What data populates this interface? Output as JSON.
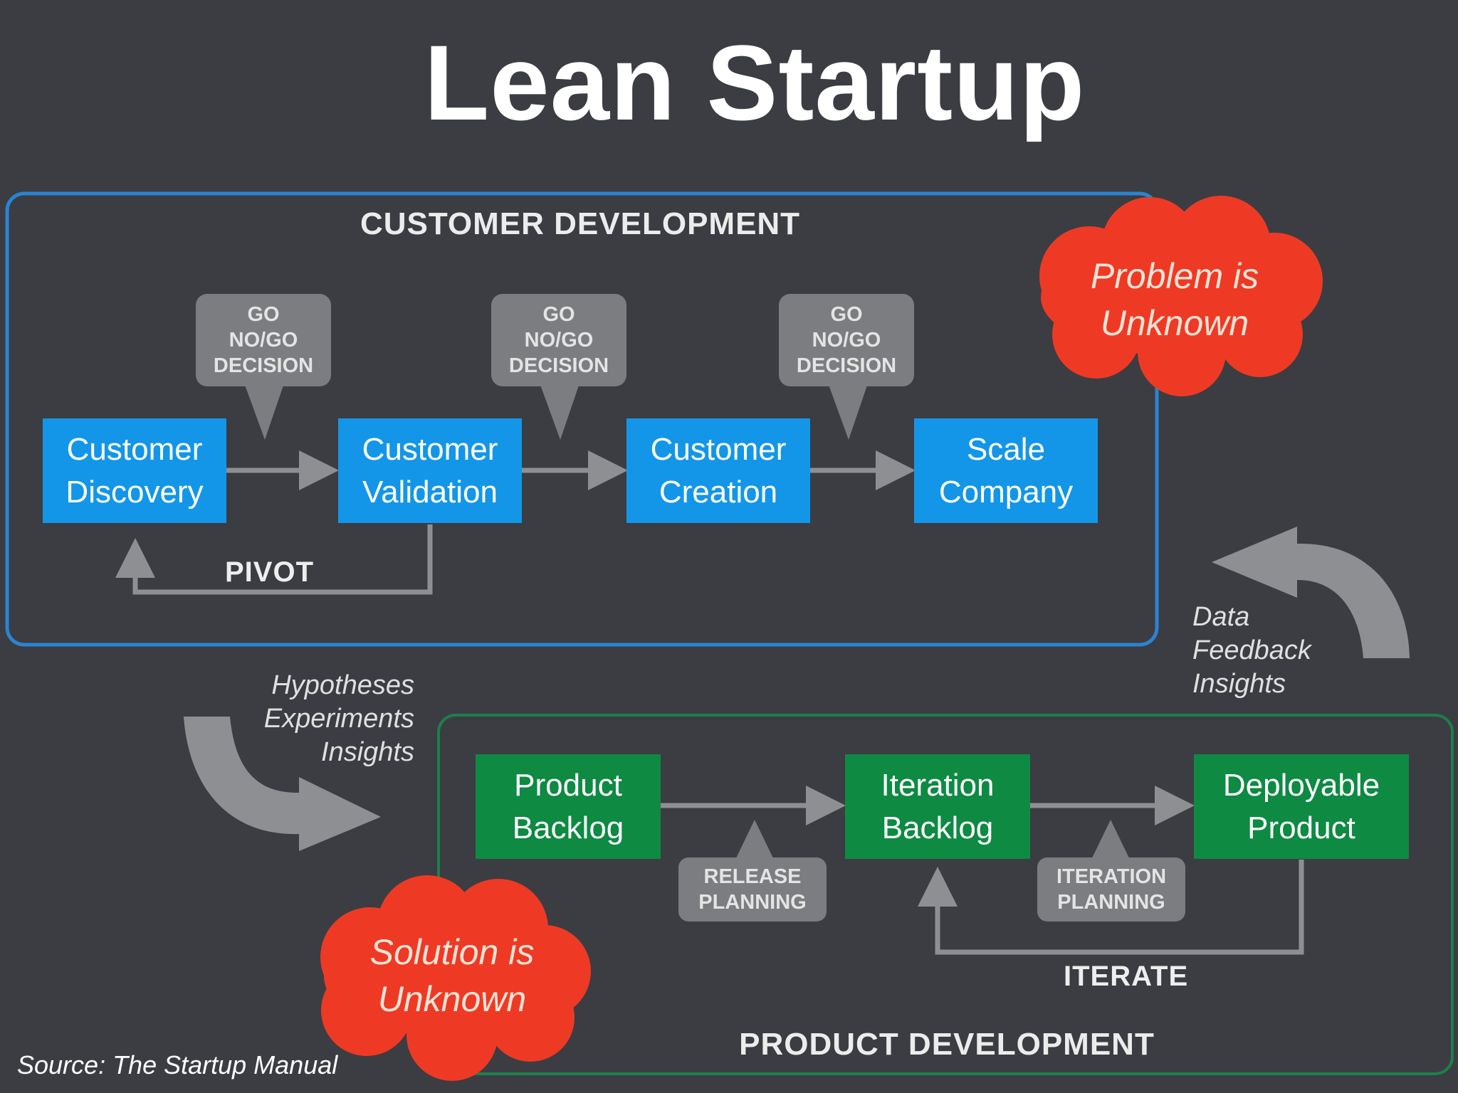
{
  "title": "Lean Startup",
  "customer_development": {
    "label": "CUSTOMER DEVELOPMENT",
    "steps": [
      "Customer\nDiscovery",
      "Customer\nValidation",
      "Customer\nCreation",
      "Scale\nCompany"
    ],
    "decisions": [
      "GO\nNO/GO\nDECISION",
      "GO\nNO/GO\nDECISION",
      "GO\nNO/GO\nDECISION"
    ],
    "loop_label": "PIVOT",
    "cloud": "Problem is\nUnknown"
  },
  "product_development": {
    "label": "PRODUCT DEVELOPMENT",
    "steps": [
      "Product\nBacklog",
      "Iteration\nBacklog",
      "Deployable\nProduct"
    ],
    "planning": [
      "RELEASE\nPLANNING",
      "ITERATION\nPLANNING"
    ],
    "loop_label": "ITERATE",
    "cloud": "Solution is\nUnknown"
  },
  "notes": {
    "down": "Hypotheses\nExperiments\nInsights",
    "up": "Data\nFeedback\nInsights"
  },
  "source": "Source: The Startup Manual",
  "colors": {
    "background": "#3b3d42",
    "customer_box": "#1496e8",
    "product_box": "#0e8a43",
    "customer_frame": "#2a84d2",
    "product_frame": "#1d7f4c",
    "cloud": "#ee3a24",
    "connector": "#8e8f92"
  }
}
